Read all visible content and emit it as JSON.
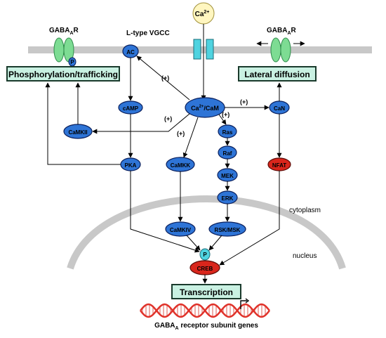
{
  "labels": {
    "gaba_r_left": "GABA",
    "gaba_r_left_sub": "A",
    "gaba_r_left_suffix": "R",
    "gaba_r_right": "GABA",
    "gaba_r_right_sub": "A",
    "gaba_r_right_suffix": "R",
    "phospho_marker": "P",
    "vgcc": "L-type VGCC",
    "ca_ion": "Ca",
    "ca_ion_sup": "2+",
    "phosphorylation_box": "Phosphorylation/trafficking",
    "lateral_diffusion_box": "Lateral diffusion",
    "ac": "AC",
    "camp": "cAMP",
    "camkii": "CaMKII",
    "pka": "PKA",
    "cam_ca": "Ca",
    "cam_sup": "2+",
    "cam_suffix": "/CaM",
    "camkk": "CaMKK",
    "camkiv": "CaMKIV",
    "ras": "Ras",
    "raf": "Raf",
    "mek": "MEK",
    "erk": "ERK",
    "rsk_msk": "RSK/MSK",
    "can": "CaN",
    "nfat": "NFAT",
    "creb_p": "P",
    "creb": "CREB",
    "cytoplasm": "cytoplasm",
    "nucleus": "nucleus",
    "transcription_box": "Transcription",
    "genes_prefix": "GABA",
    "genes_sub": "A",
    "genes_suffix": " receptor subunit genes",
    "plus_ac": "(+)",
    "plus_can": "(+)",
    "plus_camkii": "(+)",
    "plus_camkk": "(+)",
    "plus_ras": "(+)"
  },
  "colors": {
    "membrane": "#c8c8c8",
    "node_blue": "#2e74d6",
    "node_blue_stroke": "#0a1f5c",
    "node_red": "#d9261c",
    "box_fill": "#c9f1e2",
    "box_stroke": "#1a3a2c",
    "channel": "#4fd3e0",
    "receptor": "#7ddc93",
    "ca_fill": "#fff6c0",
    "dna_red": "#e0322a",
    "nuclear_envelope": "#c8c8c8"
  }
}
